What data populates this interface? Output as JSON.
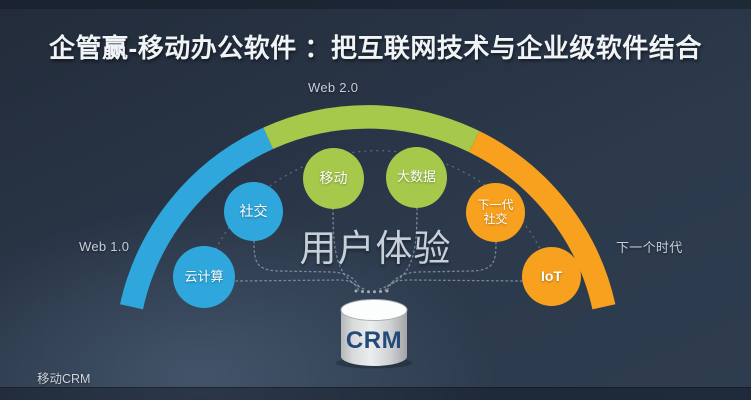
{
  "title": "企管赢-移动办公软件 ：把互联网技术与企业级软件结合",
  "era_labels": {
    "left": "Web 1.0",
    "top": "Web 2.0",
    "right": "下一个时代"
  },
  "center_label": "用户体验",
  "nodes": {
    "cloud": {
      "label": "云计算"
    },
    "social": {
      "label": "社交"
    },
    "mobile": {
      "label": "移动"
    },
    "bigdata": {
      "label": "大数据"
    },
    "nextgen": {
      "line1": "下一代",
      "line2": "社交"
    },
    "iot": {
      "label": "IoT"
    }
  },
  "database": {
    "label": "CRM"
  },
  "footer_label": "移动CRM",
  "colors": {
    "era_web1_blue": "#2fa7dc",
    "era_web2_green": "#a6c94b",
    "era_next_orange": "#f7a11f",
    "background_navy": "#2c3a4c",
    "crm_text_navy": "#234a78",
    "label_gray": "#c7d0d9"
  }
}
